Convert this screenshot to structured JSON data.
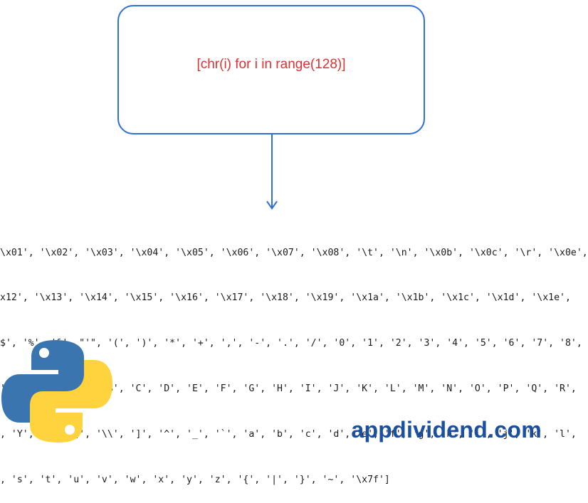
{
  "diagram": {
    "expression": "[chr(i) for i in range(128)]",
    "output_lines": [
      "\\x01', '\\x02', '\\x03', '\\x04', '\\x05', '\\x06', '\\x07', '\\x08', '\\t', '\\n', '\\x0b', '\\x0c', '\\r', '\\x0e',",
      "x12', '\\x13', '\\x14', '\\x15', '\\x16', '\\x17', '\\x18', '\\x19', '\\x1a', '\\x1b', '\\x1c', '\\x1d', '\\x1e',",
      "$', '%', '&', \"'\", '(', ')', '*', '+', ',', '-', '.', '/', '0', '1', '2', '3', '4', '5', '6', '7', '8',",
      "', '?', '@', 'A', 'B', 'C', 'D', 'E', 'F', 'G', 'H', 'I', 'J', 'K', 'L', 'M', 'N', 'O', 'P', 'Q', 'R',",
      ", 'Y', 'Z', '[', '\\\\', ']', '^', '_', '`', 'a', 'b', 'c', 'd', 'e', 'f', 'g', 'h', 'i', 'j', 'k', 'l',",
      ", 's', 't', 'u', 'v', 'w', 'x', 'y', 'z', '{', '|', '}', '~', '\\x7f']"
    ]
  },
  "branding": {
    "logo_icon": "python-logo-icon",
    "site": "appdividend.com"
  },
  "colors": {
    "box_border": "#2f6fd6",
    "expression_text": "#e03131",
    "arrow": "#2f6fd6",
    "brand_text": "#1b4fa0",
    "python_blue": "#3a75b0",
    "python_yellow": "#ffd33d"
  }
}
